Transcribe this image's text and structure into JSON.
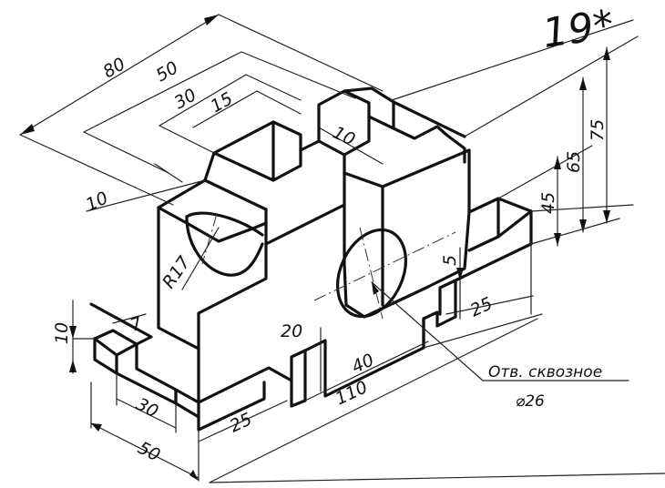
{
  "sheet_number": "19*",
  "note": {
    "line1": "Отв. сквозное",
    "line2": "⌀26"
  },
  "dimensions": {
    "top_total": "80",
    "top_50": "50",
    "top_30": "30",
    "top_15": "15",
    "slot_10_top": "10",
    "left_10": "10",
    "radius": "R17",
    "height_75": "75",
    "height_65": "65",
    "height_45": "45",
    "height_5": "5",
    "base_25_right": "25",
    "height_20": "20",
    "slot_40": "40",
    "length_110": "110",
    "base_25_front": "25",
    "width_50": "50",
    "slot_30": "30",
    "height_10_left": "10",
    "offset_7": "7"
  }
}
